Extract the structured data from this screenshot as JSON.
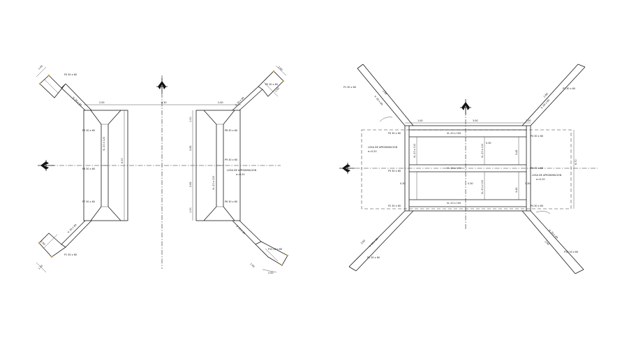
{
  "left_plan": {
    "labels": {
      "tl_beam": "P4 30 x 60",
      "tl_diag": "V. 20 x 60",
      "tl_dim1": "1.00",
      "tl_dim2": "1.20",
      "tr_beam": "P5 30 x 60",
      "tr_diag": "V. 20 x 60",
      "tr_dim1": "2.00",
      "tr_dim2": "1.00",
      "bl_beam": "P1 30 x 60",
      "bl_diag": "V. 20 x 60",
      "bl_dim1": "1.00",
      "bl_dim2": "1.20",
      "br_beam": "P10 30 x 60",
      "br_diag": "V. 20 x 60",
      "br_dim1": "1.00",
      "br_dim2": "2.00",
      "top_dim_left": "2.00",
      "top_dim_mid": "6.30",
      "top_dim_right": "2.00",
      "p_left_top": "P3 30 x 60",
      "p_left_mid": "P6 30 x 60",
      "p_left_bot": "P7 30 x 60",
      "v_left": "VL 20 x 120",
      "h_left": "6.00",
      "p_right_top": "P8 30 x 60",
      "p_right_mid": "P9 30 x 60",
      "p_right_bot": "P6 30 x 60",
      "v_right": "VL 20 x 120",
      "losa": "LOSA DE APROXIMACION",
      "losa_sub": "e=0.20",
      "d1": "1.00",
      "d2": "2.65",
      "d3": "2.65",
      "d4": "1.00"
    }
  },
  "right_plan": {
    "labels": {
      "tl_beam": "P1 30 x 60",
      "tl_diag": "V. 20 x 60",
      "tl_dim": "2.80",
      "tr_beam": "P1 30 x 60",
      "tr_diag": "V. 20 x 60",
      "tr_dim": "2.80",
      "bl_beam": "P1 30 x 60",
      "bl_diag": "V. 20 x 60",
      "bl_dim": "2.80",
      "br_beam": "P10 30 x 60",
      "br_diag": "V. 20 x 60",
      "br_dim": "2.00",
      "top_dim_left": "1.00",
      "top_dim_mid": "3.00",
      "top_dim_right": "2.00",
      "v_top": "VL 20 x 100",
      "v_mid": "VL 20 x 100",
      "v_bot": "VL 20 x 100",
      "p_left_top": "P4 30 x 60",
      "p_left_mid": "P3 30 x 60",
      "p_left_bot": "P2 30 x 60",
      "p_right_top": "P4 30 x 60",
      "p_right_mid": "P4 30 x 60",
      "p_right_bot": "P4 30 x 60",
      "losa_left": "LOSA DE APROXIMACION",
      "losa_left_sub": "e=0.20",
      "losa_right": "LOSA DE APROXIMACION",
      "losa_right_sub": "e=0.20",
      "h_right": "6.70",
      "c1": "3.45",
      "c2": "3.45",
      "s1": "0.30",
      "s2": "0.30",
      "s3": "0.30",
      "s4": "0.30",
      "vs1": "VL 20 x 100",
      "vs2": "VL 20 x 100",
      "vs3": "VL 20 x 100"
    }
  },
  "north_arrows": [
    "north-arrow-left",
    "north-arrow-right",
    "west-arrow-left",
    "west-arrow-right"
  ]
}
